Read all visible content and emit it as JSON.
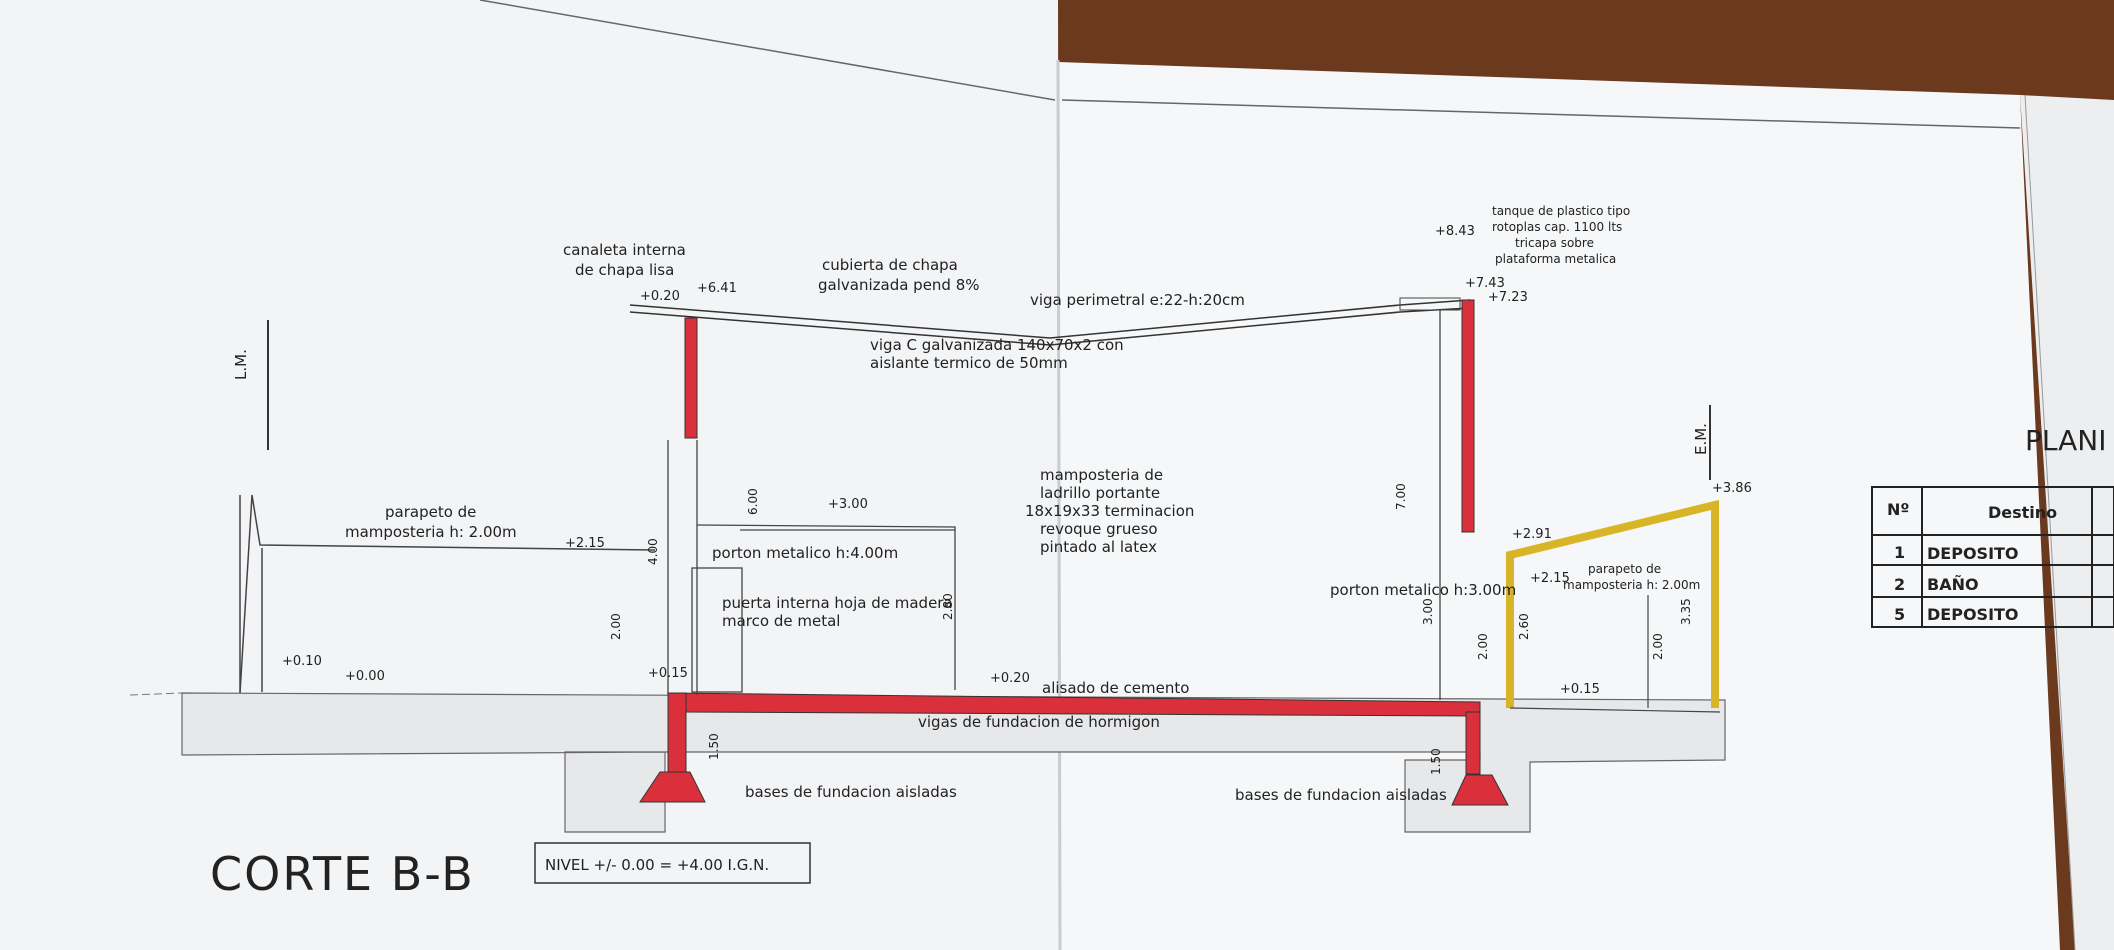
{
  "drawing": {
    "title": "CORTE B-B",
    "level_note": "NIVEL +/- 0.00 = +4.00 I.G.N.",
    "lm": "L.M.",
    "em": "E.M.",
    "plani": "PLANI"
  },
  "labels": {
    "canaleta": [
      "canaleta interna",
      "de chapa lisa"
    ],
    "cubierta": [
      "cubierta de chapa",
      "galvanizada pend 8%"
    ],
    "viga_perimetral": "viga perimetral e:22-h:20cm",
    "viga_c": [
      "viga C galvanizada 140x70x2 con",
      "aislante termico de 50mm"
    ],
    "tanque": [
      "tanque de plastico tipo",
      "rotoplas cap. 1100 lts",
      "tricapa sobre",
      "plataforma metalica"
    ],
    "mamposteria": [
      "mamposteria de",
      "ladrillo portante",
      "18x19x33 terminacion",
      "revoque grueso",
      "pintado al latex"
    ],
    "parapeto_left": [
      "parapeto de",
      "mamposteria h: 2.00m"
    ],
    "porton_left": "porton metalico h:4.00m",
    "puerta": [
      "puerta interna hoja de madera",
      "marco de metal"
    ],
    "porton_right": "porton metalico h:3.00m",
    "parapeto_right": [
      "parapeto de",
      "mamposteria h: 2.00m"
    ],
    "alisado": "alisado de cemento",
    "vigas_fundacion": "vigas de fundacion de hormigon",
    "bases_left": "bases de fundacion aisladas",
    "bases_right": "bases de fundacion aisladas"
  },
  "levels": {
    "l_020": "+0.20",
    "l_641": "+6.41",
    "l_843": "+8.43",
    "l_743": "+7.43",
    "l_723": "+7.23",
    "l_300": "+3.00",
    "l_215": "+2.15",
    "l_010": "+0.10",
    "l_000": "+0.00",
    "l_015": "+0.15",
    "l_020b": "+0.20",
    "l_291": "+2.91",
    "l_215b": "+2.15",
    "l_386": "+3.86",
    "l_015b": "+0.15"
  },
  "dims": {
    "d600": "6.00",
    "d400": "4.00",
    "d200a": "2.00",
    "d280": "2.80",
    "d150a": "1.50",
    "d700": "7.00",
    "d300": "3.00",
    "d200b": "2.00",
    "d260": "2.60",
    "d200c": "2.00",
    "d335": "3.35",
    "d150b": "1.50"
  },
  "table": {
    "headers": [
      "Nº",
      "Destino"
    ],
    "rows": [
      {
        "n": "1",
        "dest": "DEPOSITO"
      },
      {
        "n": "2",
        "dest": "BAÑO"
      },
      {
        "n": "5",
        "dest": "DEPOSITO"
      }
    ]
  },
  "colors": {
    "structure": "#d9303c",
    "annex": "#d8b526",
    "paper": "#f4f5f7",
    "table": "#222"
  }
}
